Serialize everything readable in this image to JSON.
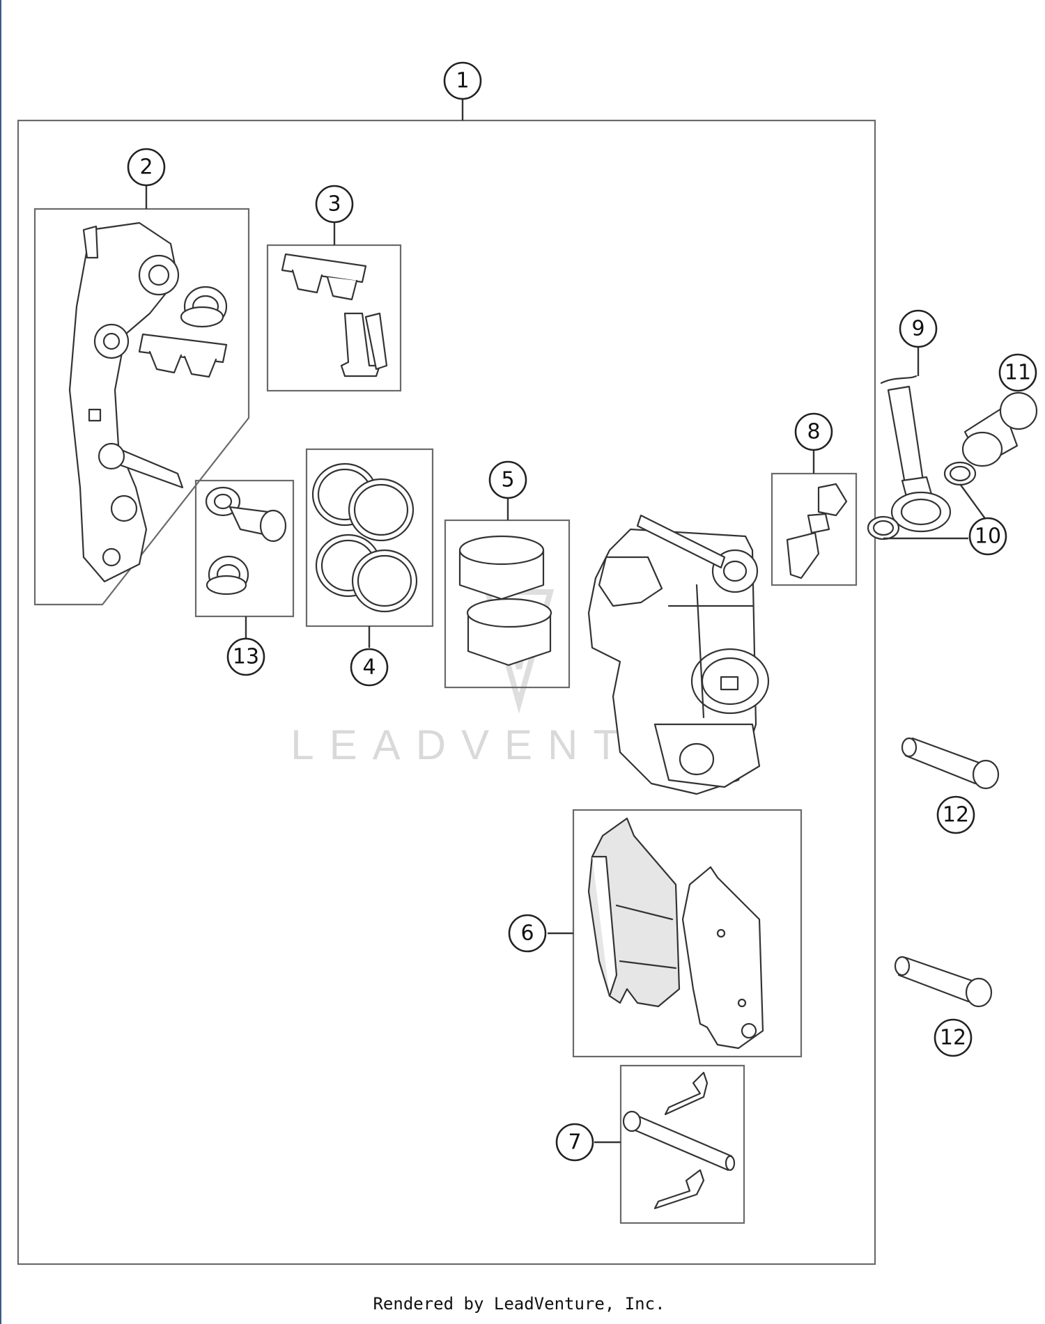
{
  "callouts": {
    "c1": "1",
    "c2": "2",
    "c3": "3",
    "c4": "4",
    "c5": "5",
    "c6": "6",
    "c7": "7",
    "c8": "8",
    "c9": "9",
    "c10": "10",
    "c11": "11",
    "c12a": "12",
    "c12b": "12",
    "c13": "13"
  },
  "watermark": "LEADVENTURE",
  "footer": "Rendered by LeadVenture, Inc.",
  "colors": {
    "line": "#333333",
    "frame": "#6a6a6a",
    "watermark": "#d9d9d9",
    "left_edge": "#3b5a8a"
  }
}
